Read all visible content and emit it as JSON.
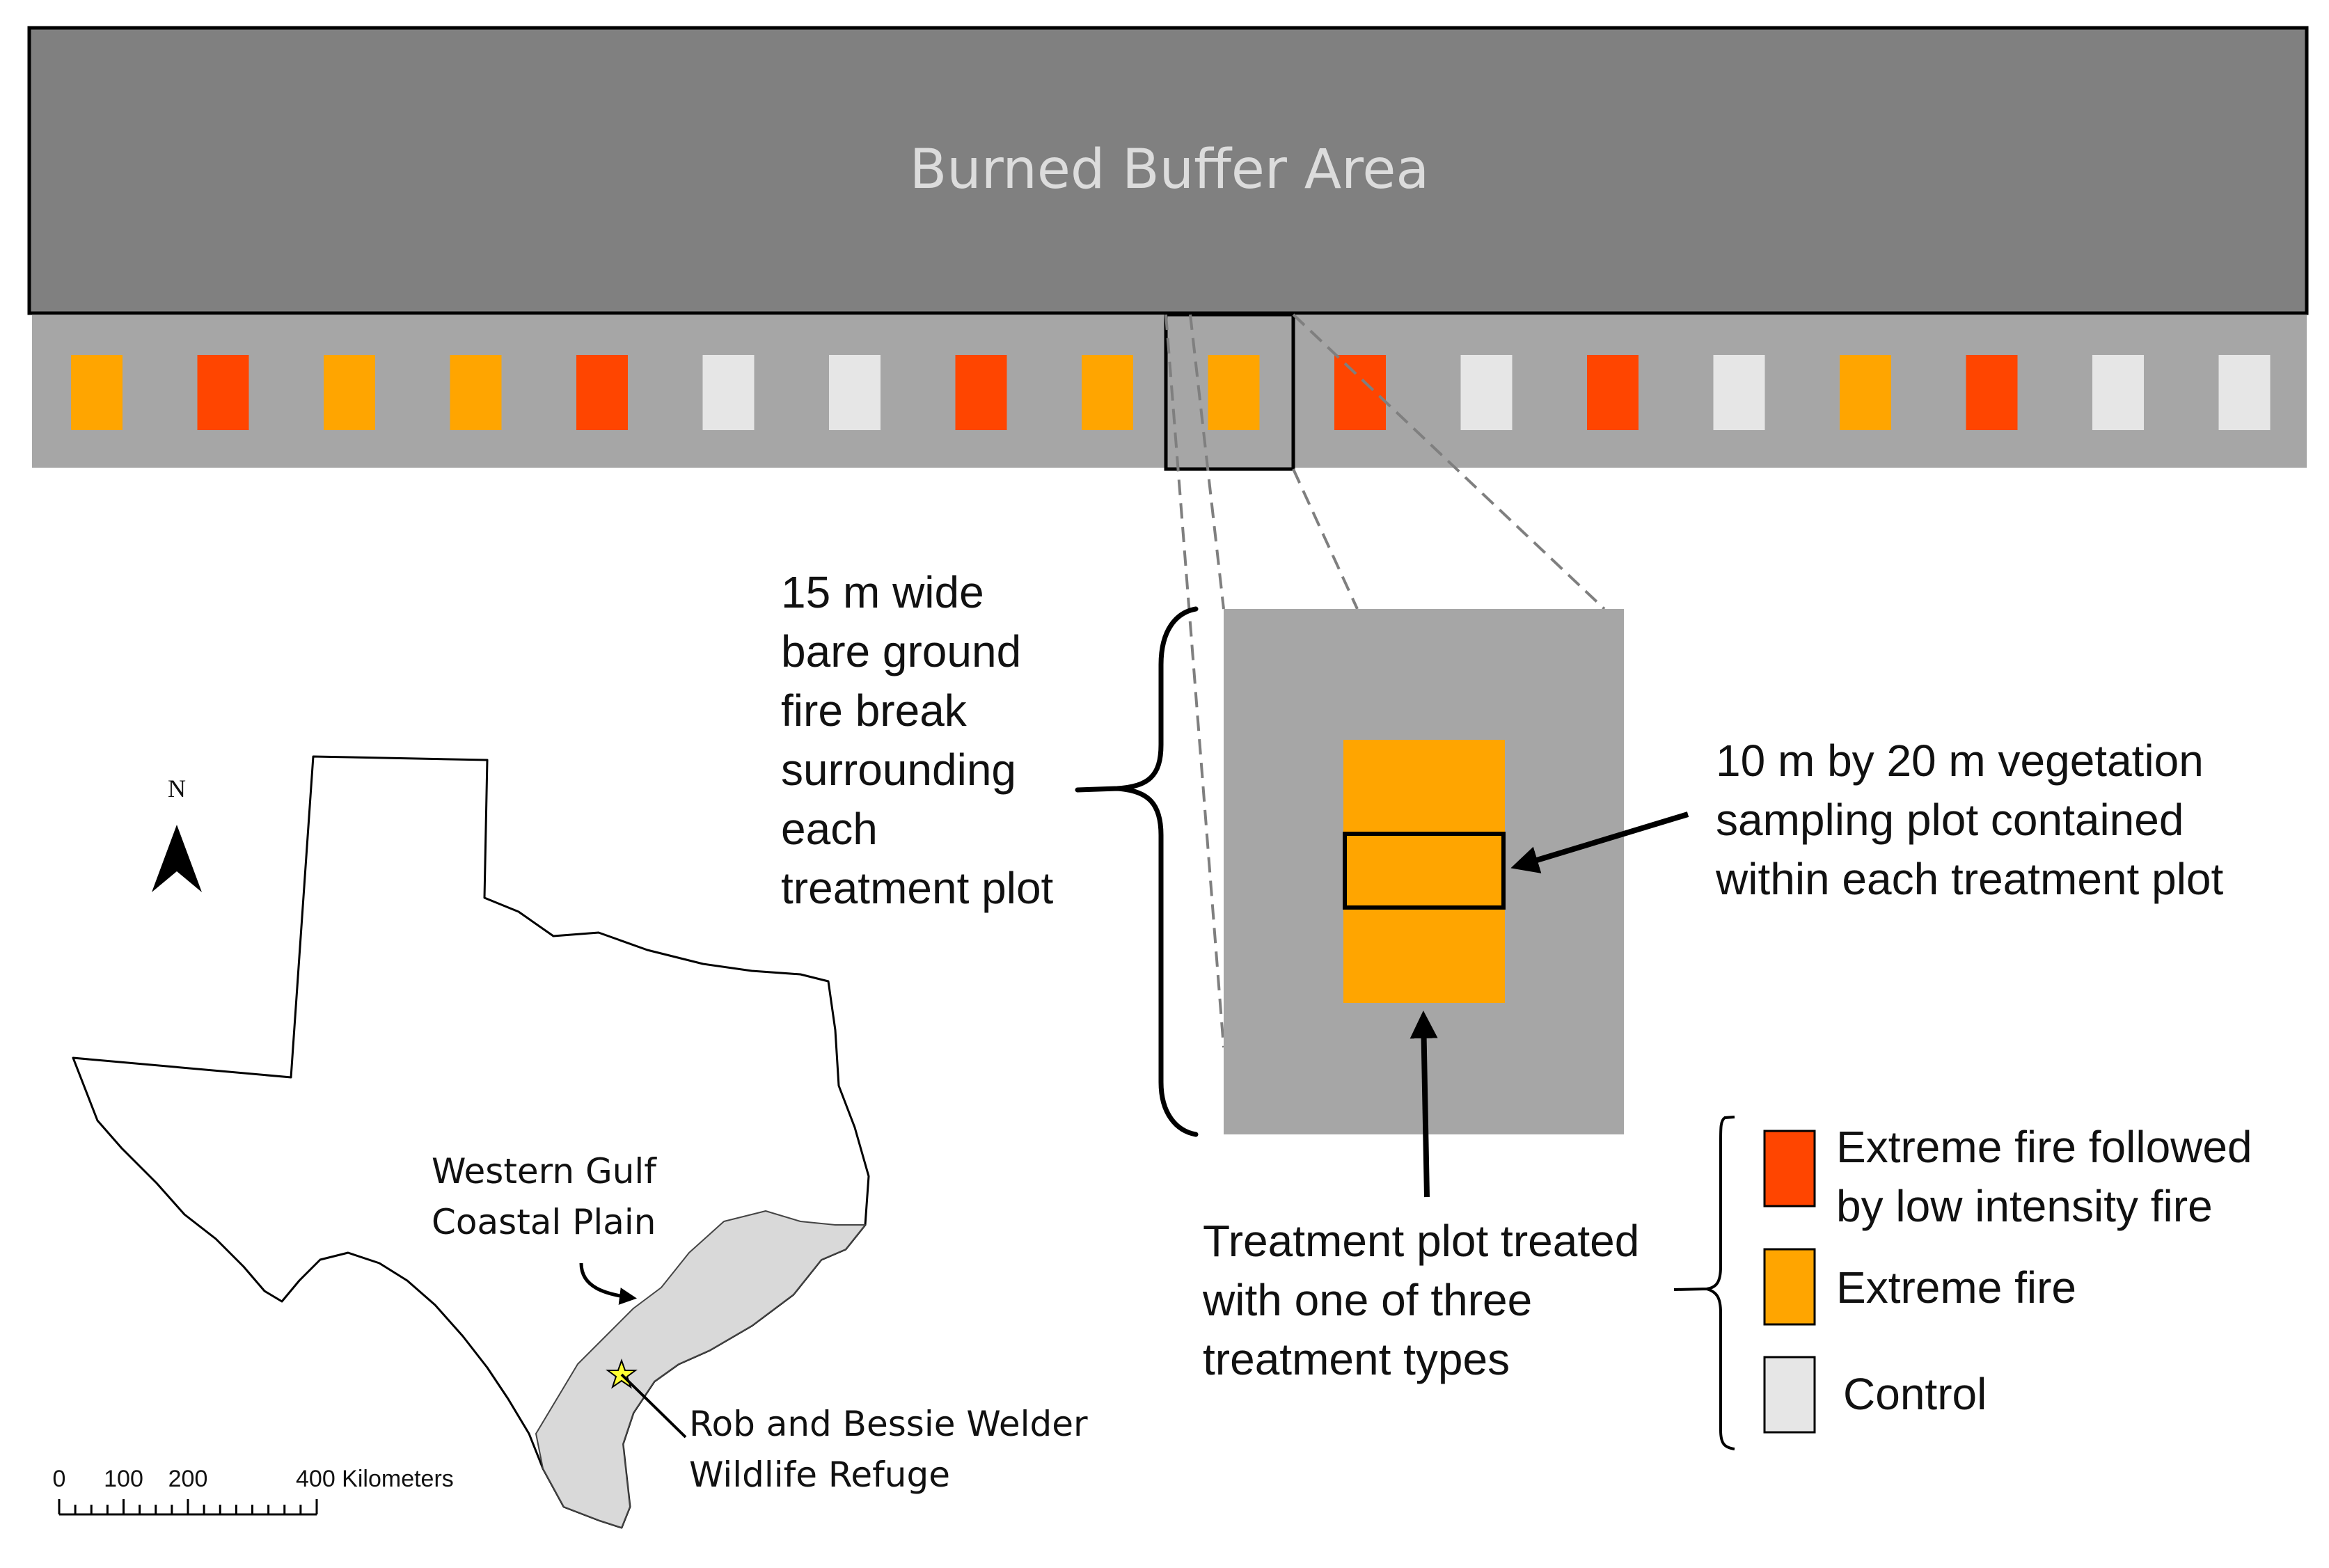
{
  "colors": {
    "buffer_fill": "#808080",
    "strip_fill": "#A6A6A6",
    "extreme_low": "#FF4500",
    "extreme": "#FFA500",
    "control": "#E6E6E6",
    "coastal_plain": "#D9D9D9",
    "star": "#FFFF33"
  },
  "buffer": {
    "title": "Burned Buffer Area"
  },
  "plots": [
    {
      "treatment": "extreme"
    },
    {
      "treatment": "extreme_low"
    },
    {
      "treatment": "extreme"
    },
    {
      "treatment": "extreme"
    },
    {
      "treatment": "extreme_low"
    },
    {
      "treatment": "control"
    },
    {
      "treatment": "control"
    },
    {
      "treatment": "extreme_low"
    },
    {
      "treatment": "extreme"
    },
    {
      "treatment": "extreme"
    },
    {
      "treatment": "extreme_low"
    },
    {
      "treatment": "control"
    },
    {
      "treatment": "extreme_low"
    },
    {
      "treatment": "control"
    },
    {
      "treatment": "extreme"
    },
    {
      "treatment": "extreme_low"
    },
    {
      "treatment": "control"
    },
    {
      "treatment": "control"
    }
  ],
  "highlighted_plot": 10,
  "labels": {
    "fire_break": [
      "15 m wide",
      "bare ground",
      "fire break",
      "surrounding",
      "each",
      "treatment plot"
    ],
    "sampling_plot": [
      "10 m by 20 m vegetation",
      "sampling plot contained",
      "within each treatment plot"
    ],
    "treatment_plot": [
      "Treatment plot treated",
      "with one of three",
      "treatment types"
    ]
  },
  "legend": [
    {
      "key": "extreme_low",
      "lines": [
        "Extreme fire followed",
        "by low intensity fire"
      ]
    },
    {
      "key": "extreme",
      "lines": [
        "Extreme fire"
      ]
    },
    {
      "key": "control",
      "lines": [
        "Control"
      ]
    }
  ],
  "map": {
    "north": "N",
    "coastal_plain_label": [
      "Western Gulf",
      "Coastal Plain"
    ],
    "refuge_label": [
      "Rob and Bessie Welder",
      "Wildlife Refuge"
    ],
    "scale": {
      "ticks": [
        "0",
        "100",
        "200",
        "400 Kilometers"
      ],
      "values": [
        0,
        100,
        200,
        400
      ]
    }
  }
}
